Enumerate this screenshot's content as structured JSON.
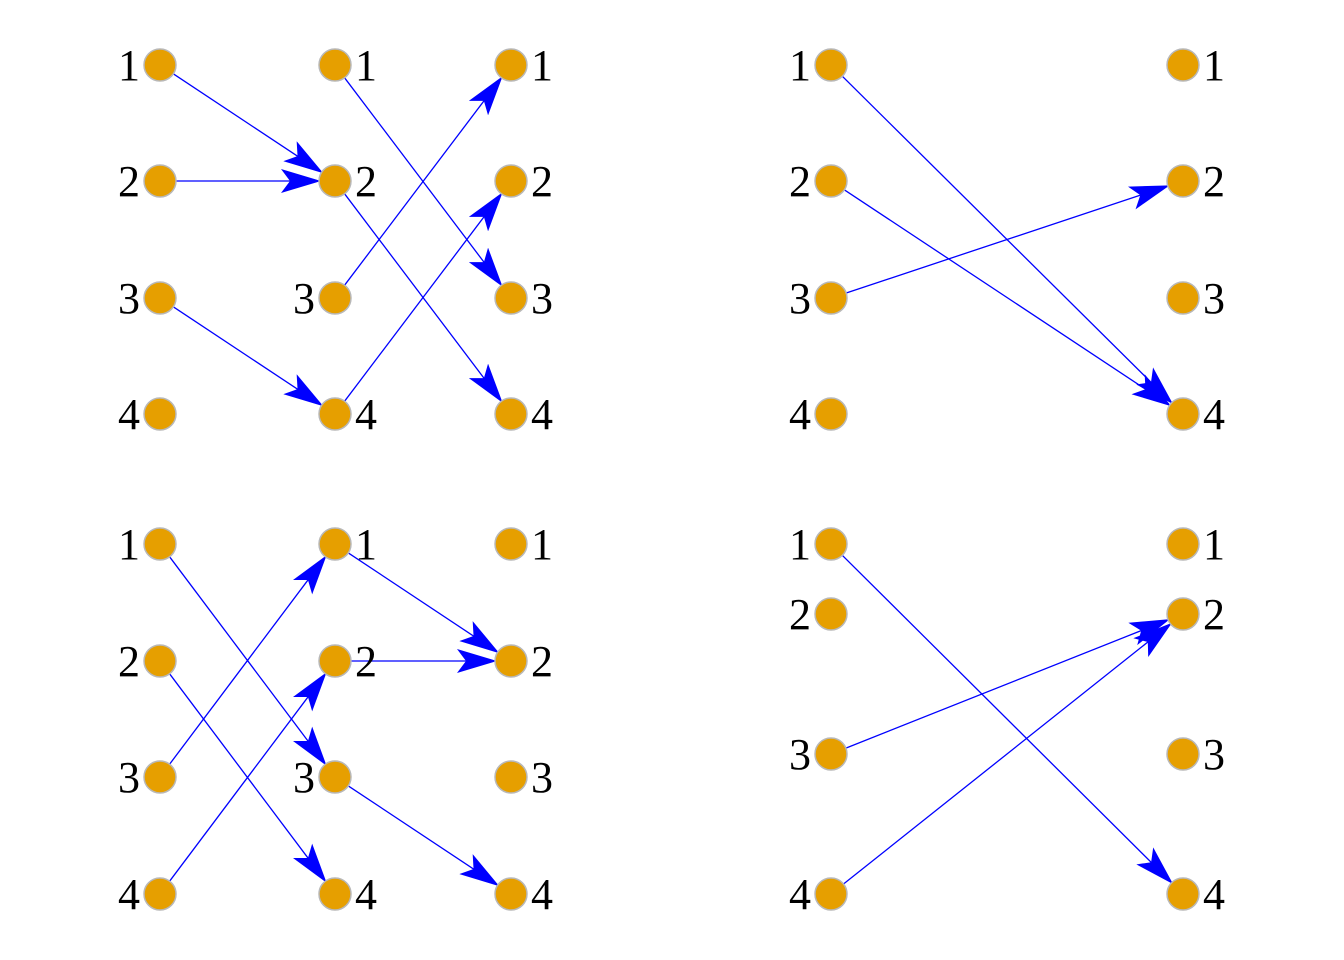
{
  "colors": {
    "background": "#ffffff",
    "node_fill": "#e69f00",
    "node_stroke": "#b8b8b8",
    "edge": "#0000ff",
    "label": "#000000"
  },
  "panels": [
    {
      "id": "top-left",
      "nodes": [
        {
          "id": "a1",
          "label": "1"
        },
        {
          "id": "a2",
          "label": "2"
        },
        {
          "id": "a3",
          "label": "3"
        },
        {
          "id": "a4",
          "label": "4"
        },
        {
          "id": "b1",
          "label": "1"
        },
        {
          "id": "b2",
          "label": "2"
        },
        {
          "id": "b3",
          "label": "3"
        },
        {
          "id": "b4",
          "label": "4"
        },
        {
          "id": "c1",
          "label": "1"
        },
        {
          "id": "c2",
          "label": "2"
        },
        {
          "id": "c3",
          "label": "3"
        },
        {
          "id": "c4",
          "label": "4"
        }
      ],
      "edges": [
        {
          "from": "a1",
          "to": "b2"
        },
        {
          "from": "a2",
          "to": "b2"
        },
        {
          "from": "a3",
          "to": "b4"
        },
        {
          "from": "b1",
          "to": "c3"
        },
        {
          "from": "b2",
          "to": "c4"
        },
        {
          "from": "b3",
          "to": "c1"
        },
        {
          "from": "b4",
          "to": "c2"
        }
      ]
    },
    {
      "id": "top-right",
      "nodes": [
        {
          "id": "a1",
          "label": "1"
        },
        {
          "id": "a2",
          "label": "2"
        },
        {
          "id": "a3",
          "label": "3"
        },
        {
          "id": "a4",
          "label": "4"
        },
        {
          "id": "c1",
          "label": "1"
        },
        {
          "id": "c2",
          "label": "2"
        },
        {
          "id": "c3",
          "label": "3"
        },
        {
          "id": "c4",
          "label": "4"
        }
      ],
      "edges": [
        {
          "from": "a1",
          "to": "c4"
        },
        {
          "from": "a2",
          "to": "c4"
        },
        {
          "from": "a3",
          "to": "c2"
        }
      ]
    },
    {
      "id": "bottom-left",
      "nodes": [
        {
          "id": "a1",
          "label": "1"
        },
        {
          "id": "a2",
          "label": "2"
        },
        {
          "id": "a3",
          "label": "3"
        },
        {
          "id": "a4",
          "label": "4"
        },
        {
          "id": "b1",
          "label": "1"
        },
        {
          "id": "b2",
          "label": "2"
        },
        {
          "id": "b3",
          "label": "3"
        },
        {
          "id": "b4",
          "label": "4"
        },
        {
          "id": "c1",
          "label": "1"
        },
        {
          "id": "c2",
          "label": "2"
        },
        {
          "id": "c3",
          "label": "3"
        },
        {
          "id": "c4",
          "label": "4"
        }
      ],
      "edges": [
        {
          "from": "a1",
          "to": "b3"
        },
        {
          "from": "a2",
          "to": "b4"
        },
        {
          "from": "a3",
          "to": "b1"
        },
        {
          "from": "a4",
          "to": "b2"
        },
        {
          "from": "b1",
          "to": "c2"
        },
        {
          "from": "b2",
          "to": "c2"
        },
        {
          "from": "b3",
          "to": "c4"
        }
      ]
    },
    {
      "id": "bottom-right",
      "nodes": [
        {
          "id": "a1",
          "label": "1"
        },
        {
          "id": "a2",
          "label": "2"
        },
        {
          "id": "a3",
          "label": "3"
        },
        {
          "id": "a4",
          "label": "4"
        },
        {
          "id": "c1",
          "label": "1"
        },
        {
          "id": "c2",
          "label": "2"
        },
        {
          "id": "c3",
          "label": "3"
        },
        {
          "id": "c4",
          "label": "4"
        }
      ],
      "edges": [
        {
          "from": "a1",
          "to": "c4"
        },
        {
          "from": "a3",
          "to": "c2"
        },
        {
          "from": "a4",
          "to": "c2"
        }
      ]
    }
  ]
}
